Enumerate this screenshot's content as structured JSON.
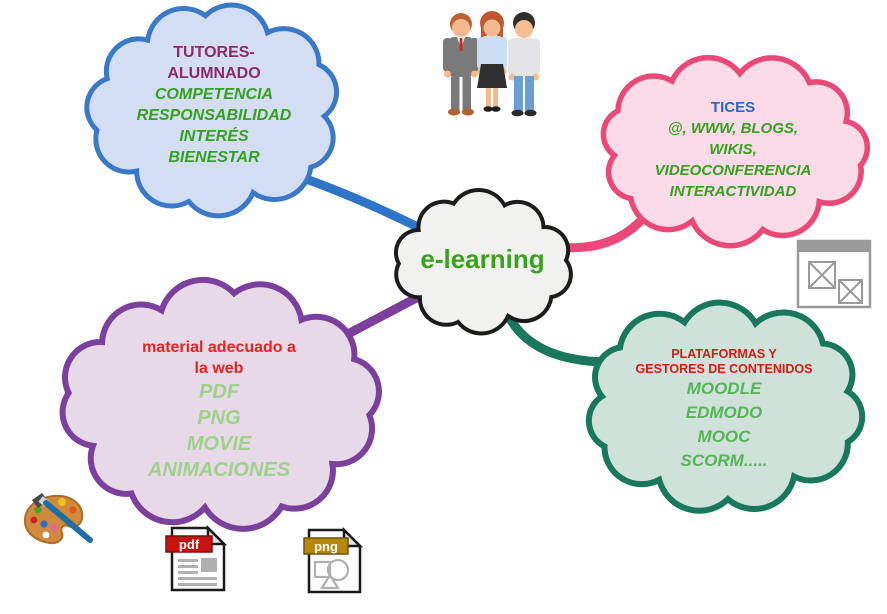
{
  "center_cloud": {
    "label": "e-learning"
  },
  "clouds": {
    "tutores": {
      "title": [
        "TUTORES-",
        "ALUMNADO"
      ],
      "items": [
        "COMPETENCIA",
        "RESPONSABILIDAD",
        "INTERÉS",
        "BIENESTAR"
      ]
    },
    "tices": {
      "title": "TICES",
      "items": [
        "@, WWW, BLOGS,",
        "WIKIS,",
        "VIDEOCONFERENCIA",
        "INTERACTIVIDAD"
      ]
    },
    "material": {
      "title": [
        "material adecuado a",
        "la web"
      ],
      "items": [
        "PDF",
        "PNG",
        "MOVIE",
        "ANIMACIONES"
      ]
    },
    "plataformas": {
      "title": [
        "PLATAFORMAS Y",
        "GESTORES DE CONTENIDOS"
      ],
      "items": [
        "MOODLE",
        "EDMODO",
        "MOOC",
        "SCORM....."
      ]
    }
  },
  "icons": {
    "people": "three-people-clipart",
    "broken_images_window": "window-with-missing-images",
    "paint_palette": "paint-palette-with-brush",
    "pdf_label": "pdf",
    "png_label": "png"
  },
  "colors": {
    "tutores_border": "#3a78c8",
    "tutores_fill": "#d3def2",
    "tutores_title": "#8e2a69",
    "tices_border": "#ea4878",
    "tices_fill": "#fbdbe8",
    "tices_title": "#2b65c8",
    "center_border": "#1c1c1c",
    "center_fill": "#f1f1ef",
    "center_label": "#3aa21c",
    "material_border": "#7b3f9e",
    "material_fill": "#e7d9e8",
    "material_title": "#e8221f",
    "material_items": "#9ed189",
    "plataformas_border": "#17785c",
    "plataformas_fill": "#cfe2da",
    "plataformas_title": "#d41b12",
    "plataformas_items": "#57b457",
    "green_items": "#35a11f"
  }
}
